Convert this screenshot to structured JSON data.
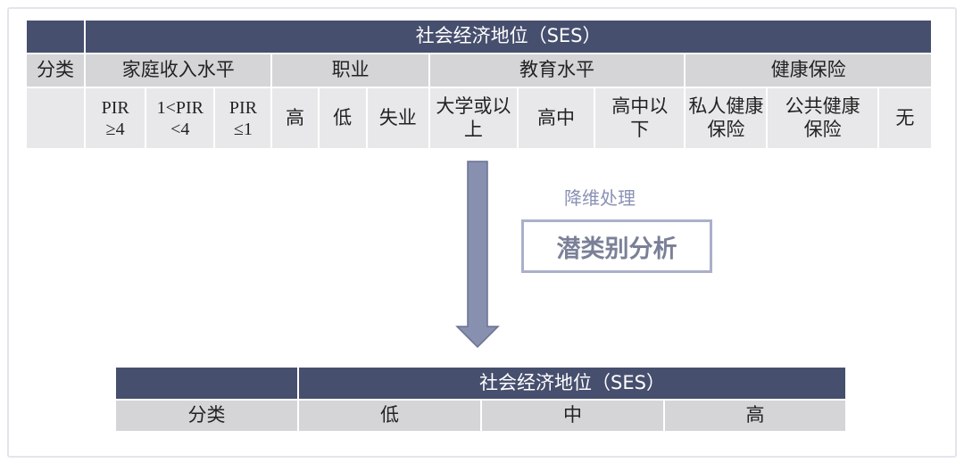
{
  "top_table": {
    "title": "社会经济地位（SES）",
    "category_label": "分类",
    "groups": [
      {
        "label": "家庭收入水平",
        "items": [
          "PIR ≥4",
          "1<PIR <4",
          "PIR ≤1"
        ]
      },
      {
        "label": "职业",
        "items": [
          "高",
          "低",
          "失业"
        ]
      },
      {
        "label": "教育水平",
        "items": [
          "大学或以上",
          "高中",
          "高中以下"
        ]
      },
      {
        "label": "健康保险",
        "items": [
          "私人健康保险",
          "公共健康保险",
          "无"
        ]
      }
    ]
  },
  "process": {
    "label": "降维处理",
    "method": "潜类别分析"
  },
  "bottom_table": {
    "title": "社会经济地位（SES）",
    "category_label": "分类",
    "levels": [
      "低",
      "中",
      "高"
    ]
  },
  "colors": {
    "header": "#474f6e",
    "row_mid": "#d5d5d8",
    "row_light": "#e8e8ea",
    "arrow": "#8890b0"
  }
}
